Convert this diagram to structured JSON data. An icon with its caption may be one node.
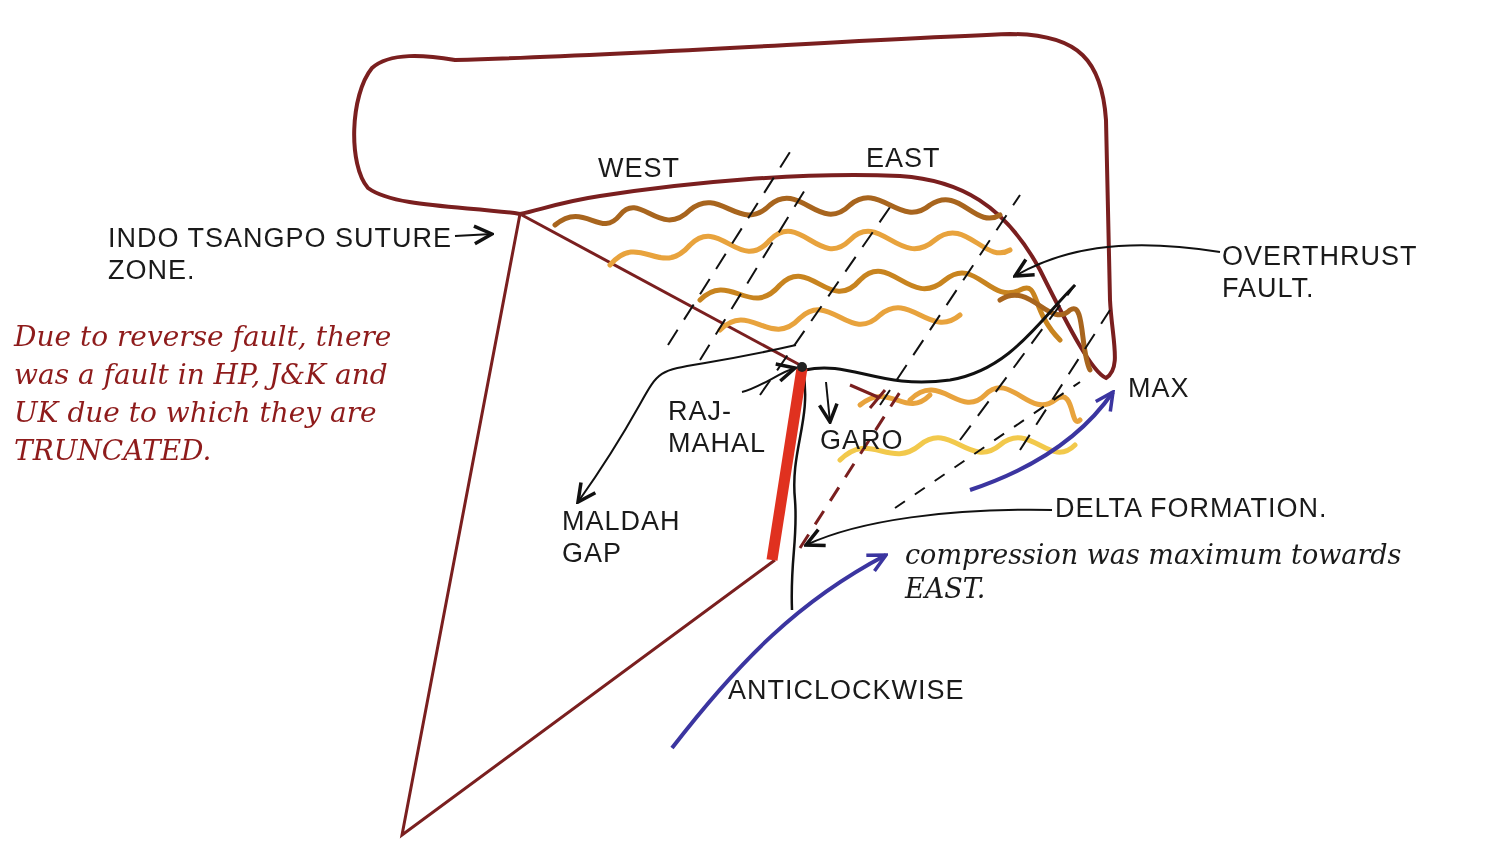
{
  "diagram": {
    "nodes": [
      {
        "text": [
          "INDO TSANGPO SUTURE ZONE."
        ]
      },
      {
        "text": [
          "OVERTHRUST FAULT."
        ]
      },
      {
        "text": [
          "RAJ- MAHAL"
        ]
      },
      {
        "text": [
          "GARO"
        ]
      },
      {
        "text": [
          "MALDAH GAP"
        ]
      },
      {
        "text": [
          "DELTA FORMATION."
        ]
      }
    ],
    "edges": [
      {
        "from": 0,
        "to": null,
        "arrow": "to"
      },
      {
        "from": 1,
        "to": null,
        "arrow": "to"
      },
      {
        "from": 2,
        "to": null,
        "arrow": "to"
      },
      {
        "from": null,
        "to": 3,
        "arrow": "to"
      },
      {
        "from": null,
        "to": 4,
        "arrow": "to"
      },
      {
        "from": 5,
        "to": null,
        "arrow": "to"
      }
    ],
    "labels": [
      "WEST",
      "EAST",
      "Due to reverse fault, there was a fault in HP, J&K and UK due to which they are TRUNCATED.",
      "MAX",
      "compression was maximum towards EAST.",
      "ANTICLOCKWISE"
    ]
  }
}
